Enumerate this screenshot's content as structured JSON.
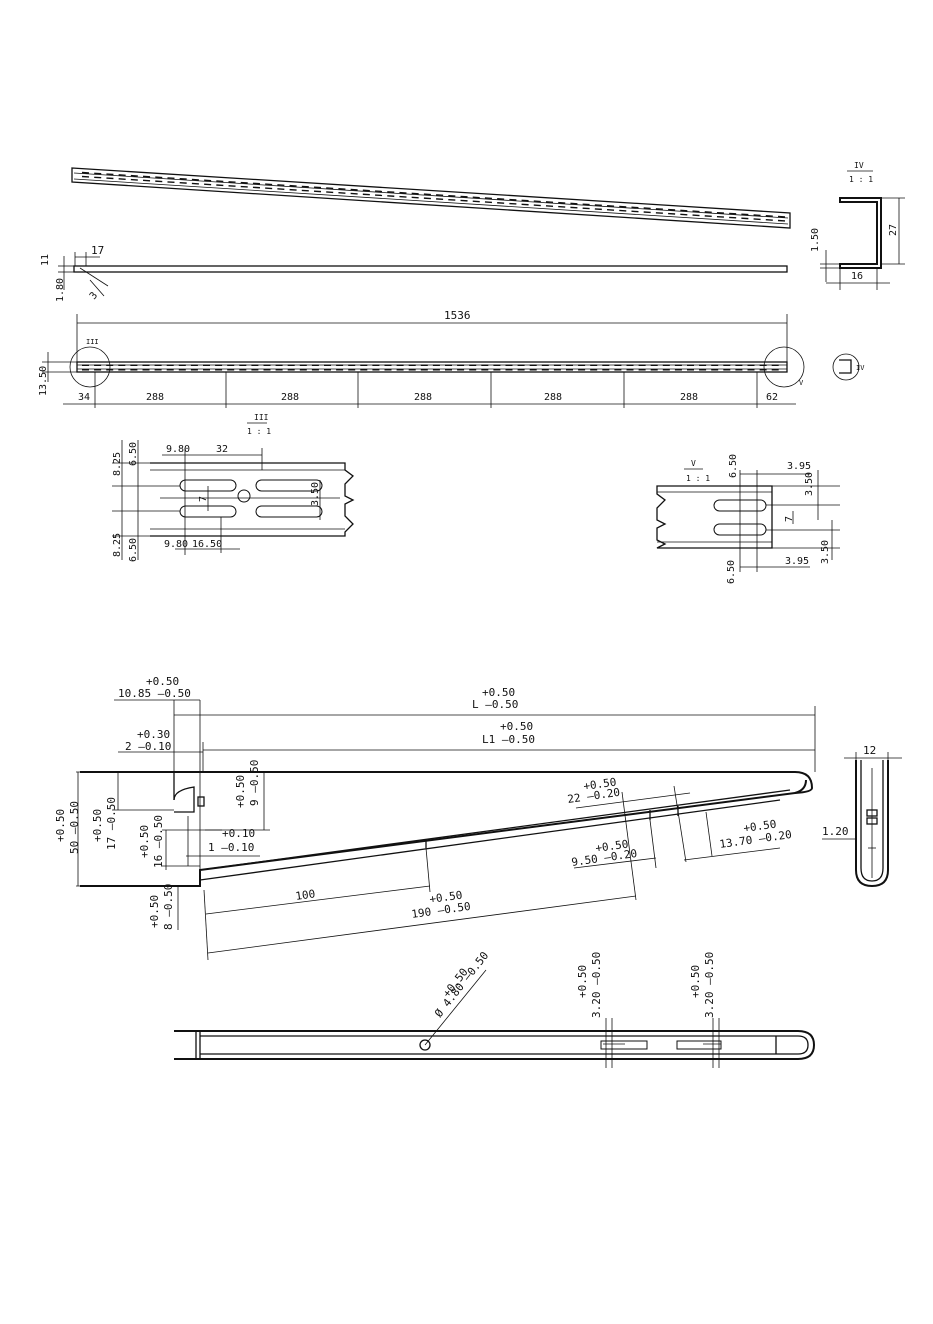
{
  "top_sheet": {
    "detail_iv": {
      "label": "IV",
      "scale": "1 : 1",
      "dims": [
        "1.50",
        "27",
        "16"
      ]
    },
    "side_view": {
      "dims": [
        "11",
        "17",
        "1.80",
        "3"
      ]
    },
    "front_view": {
      "overall": "1536",
      "height": "13.50",
      "start": "34",
      "pitch": [
        "288",
        "288",
        "288",
        "288",
        "288"
      ],
      "end": "62",
      "marker_iii": "III",
      "marker_v": "V",
      "marker_iv": "IV"
    },
    "detail_iii": {
      "label": "III",
      "scale": "1 : 1",
      "dims": [
        "8.25",
        "6.50",
        "9.80",
        "32",
        "7",
        "3.50",
        "8.25",
        "6.50",
        "9.80",
        "16.50"
      ]
    },
    "detail_v": {
      "label": "V",
      "scale": "1 : 1",
      "dims": [
        "6.50",
        "3.95",
        "3.50",
        "7",
        "6.50",
        "3.95",
        "3.50"
      ]
    }
  },
  "bracket": {
    "dims": {
      "d1": {
        "tol": "+0.50",
        "val": "10.85 –0.50"
      },
      "d2": {
        "tol": "+0.50",
        "val": "L –0.50"
      },
      "d3": {
        "tol": "+0.30",
        "val": "2 –0.10"
      },
      "d4": {
        "tol": "+0.50",
        "val": "L1 –0.50"
      },
      "d5": {
        "tol": "+0.50",
        "val": "9 –0.50"
      },
      "d6": {
        "tol": "+0.50",
        "val": "22 –0.20"
      },
      "d7": {
        "tol": "+0.50",
        "val": "50 –0.50"
      },
      "d8": {
        "tol": "+0.50",
        "val": "17 –0.50"
      },
      "d9": {
        "tol": "+0.50",
        "val": "16 –0.50"
      },
      "d10": {
        "tol": "+0.10",
        "val": "1 –0.10"
      },
      "d11": {
        "tol": "+0.50",
        "val": "9.50 –0.20"
      },
      "d12": {
        "tol": "+0.50",
        "val": "13.70 –0.20"
      },
      "d13": {
        "tol": "+0.50",
        "val": "8 –0.50"
      },
      "d14": {
        "val": "100"
      },
      "d15": {
        "tol": "+0.50",
        "val": "190 –0.50"
      },
      "d16": {
        "val": "12"
      },
      "d17": {
        "val": "1.20"
      }
    },
    "bottom": {
      "hole": {
        "tol": "+0.50",
        "val": "Ø 4.80 –0.50"
      },
      "slot_a": {
        "tol": "+0.50",
        "val": "3.20 –0.50"
      },
      "slot_b": {
        "tol": "+0.50",
        "val": "3.20 –0.50"
      }
    }
  }
}
